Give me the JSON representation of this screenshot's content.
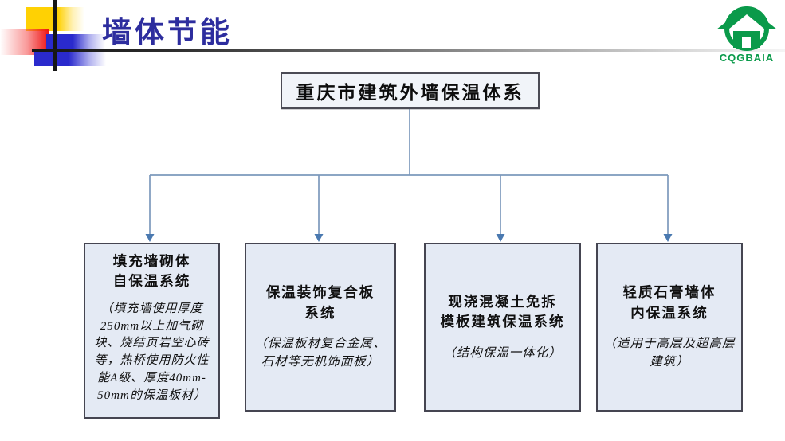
{
  "slide": {
    "title": "墙体节能",
    "logo": {
      "text": "CQGBAIA",
      "icon": "green-house-in-circle"
    },
    "diagram": {
      "root": {
        "label": "重庆市建筑外墙保温体系"
      },
      "children": [
        {
          "title": "填充墙砌体\n自保温系统",
          "body": "（填充墙使用厚度250mm以上加气砌块、烧结页岩空心砖等，热桥使用防火性能A级、厚度40mm-50mm的保温板材）"
        },
        {
          "title": "保温装饰复合板\n系统",
          "body": "（保温板材复合金属、石材等无机饰面板）"
        },
        {
          "title": "现浇混凝土免拆\n模板建筑保温系统",
          "body": "（结构保温一体化）"
        },
        {
          "title": "轻质石膏墙体\n内保温系统",
          "body": "（适用于高层及超高层建筑）"
        }
      ]
    },
    "colors": {
      "title_blue": "#2d2d9e",
      "logo_green": "#0a9a4a",
      "box_fill": "#e4eaf4",
      "box_border": "#454551",
      "root_box_fill": "#f1f4f9",
      "connector_line": "#7c99bc",
      "arrow_blue": "#4a79b0",
      "deco_yellow": "#ffd103",
      "deco_red": "#ee1111",
      "deco_blue": "#2a2acd"
    }
  }
}
